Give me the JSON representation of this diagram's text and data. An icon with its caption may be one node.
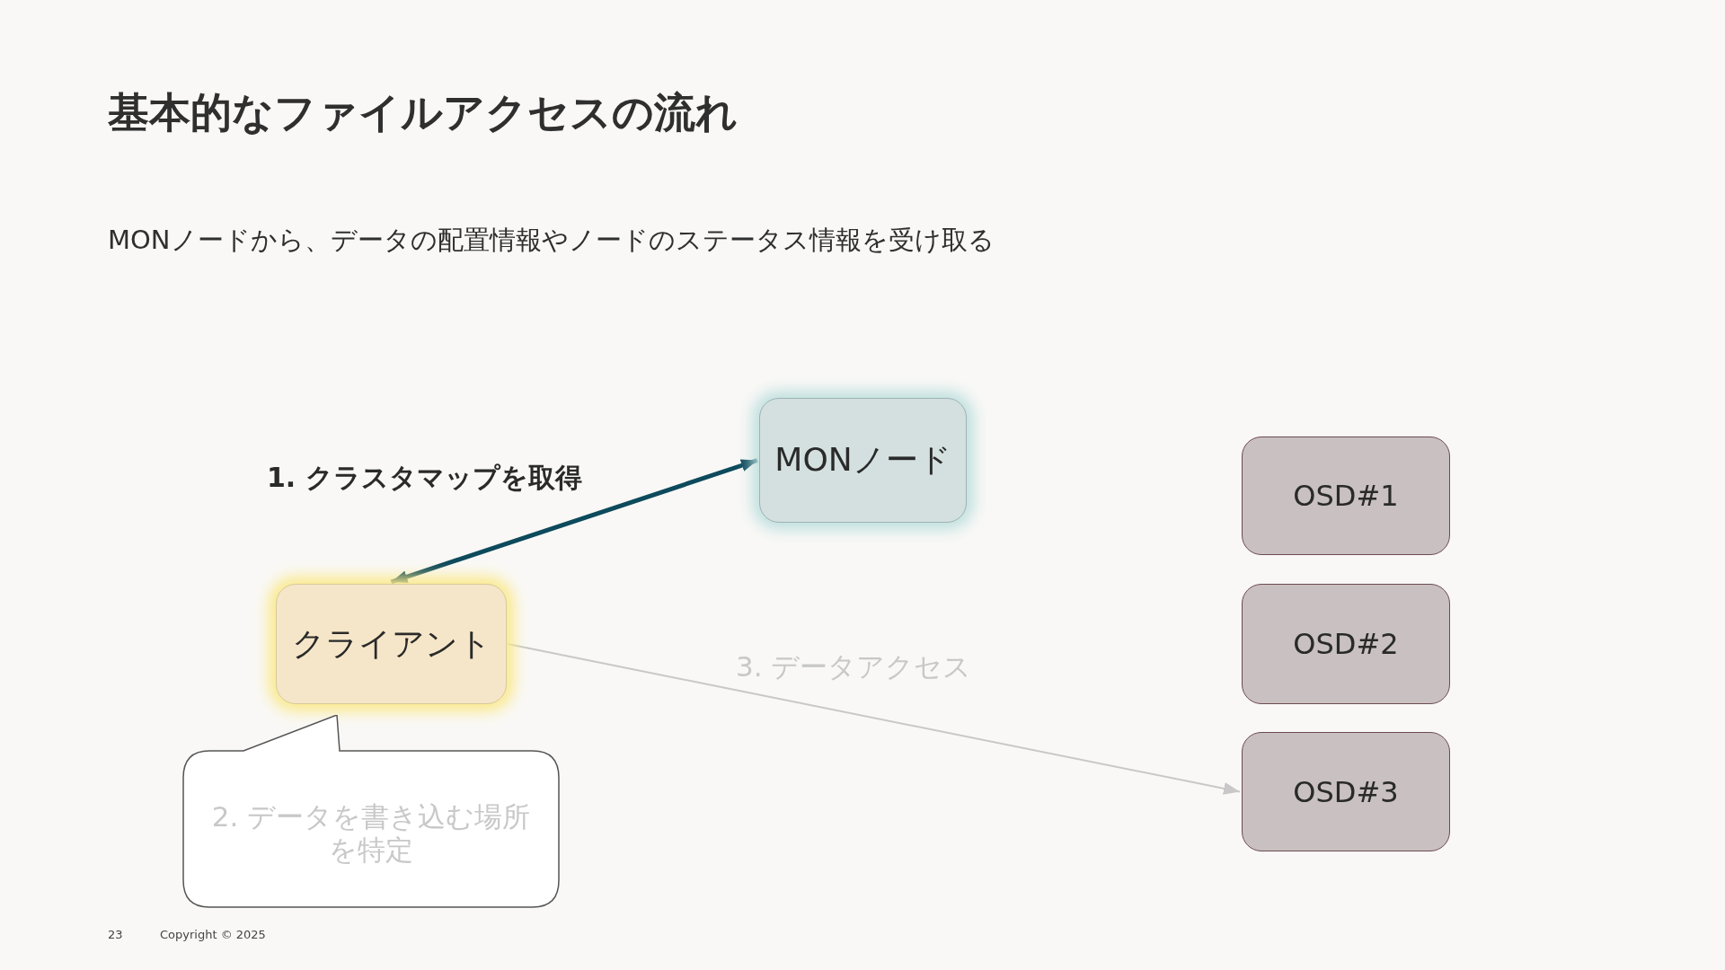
{
  "diagram": {
    "title": "基本的なファイルアクセスの流れ",
    "nodes": [
      {
        "text": [
          "MONノード"
        ]
      },
      {
        "text": [
          "OSD#1"
        ]
      },
      {
        "text": [
          "クライアント"
        ]
      },
      {
        "text": [
          "OSD#2"
        ]
      },
      {
        "text": [
          "2. データを書き込む場所を特定"
        ]
      },
      {
        "text": [
          "OSD#3"
        ]
      }
    ],
    "edges": [
      {
        "from": 2,
        "to": 0,
        "arrow": "both",
        "label": "1. クラスタマップを取得",
        "style": "thick",
        "color": "#0d4a5c"
      },
      {
        "from": 2,
        "to": 5,
        "arrow": "to",
        "label": "3. データアクセス",
        "color": "#c8c8c8"
      }
    ],
    "labels": [
      "MONノードから、データの配置情報やノードのステータス情報を受け取る",
      "23",
      "Copyright © 2025"
    ]
  }
}
